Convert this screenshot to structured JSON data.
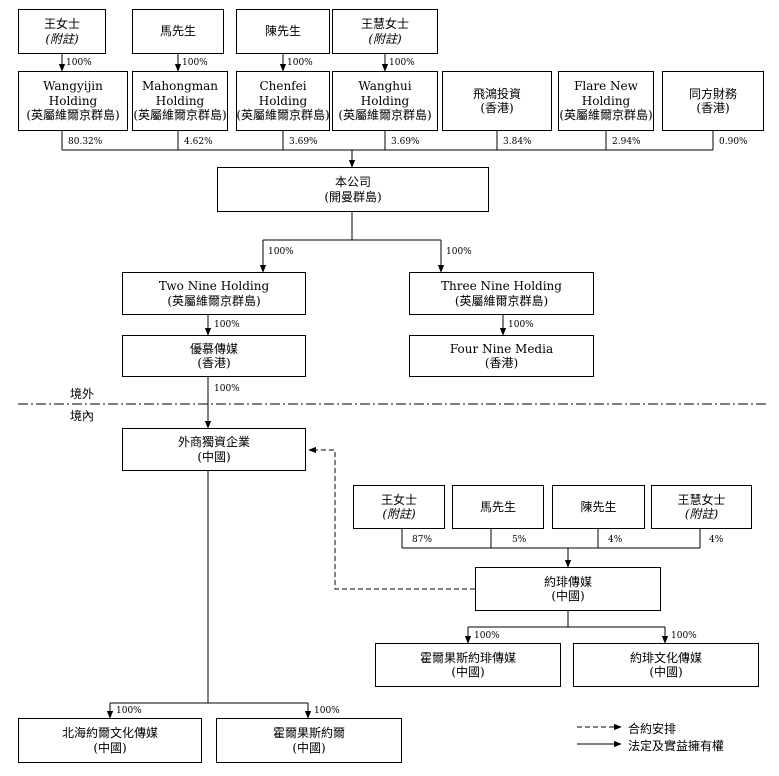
{
  "owners_top": [
    {
      "name": "王女士",
      "note": "(附註)"
    },
    {
      "name": "馬先生"
    },
    {
      "name": "陳先生"
    },
    {
      "name": "王慧女士",
      "note": "(附註)"
    }
  ],
  "owner_holdings": [
    {
      "line1": "Wangyijin",
      "line2": "Holding",
      "line3": "(英屬維爾京群島)"
    },
    {
      "line1": "Mahongman",
      "line2": "Holding",
      "line3": "(英屬維爾京群島)"
    },
    {
      "line1": "Chenfei",
      "line2": "Holding",
      "line3": "(英屬維爾京群島)"
    },
    {
      "line1": "Wanghui",
      "line2": "Holding",
      "line3": "(英屬維爾京群島)"
    }
  ],
  "other_holders": [
    {
      "line1": "飛鴻投資",
      "line2": "(香港)"
    },
    {
      "line1": "Flare New",
      "line2": "Holding",
      "line3": "(英屬維爾京群島)"
    },
    {
      "line1": "同方財務",
      "line2": "(香港)"
    }
  ],
  "owner_pcts": [
    "100%",
    "100%",
    "100%",
    "100%"
  ],
  "company_pcts": [
    "80.32%",
    "4.62%",
    "3.69%",
    "3.69%",
    "3.84%",
    "2.94%",
    "0.90%"
  ],
  "company": {
    "line1": "本公司",
    "line2": "(開曼群島)"
  },
  "two_nine": {
    "line1": "Two Nine Holding",
    "line2": "(英屬維爾京群島)"
  },
  "three_nine": {
    "line1": "Three Nine Holding",
    "line2": "(英屬維爾京群島)"
  },
  "youmu": {
    "line1": "優慕傳媒",
    "line2": "(香港)"
  },
  "four_nine": {
    "line1": "Four Nine Media",
    "line2": "(香港)"
  },
  "wfoe": {
    "line1": "外商獨資企業",
    "line2": "(中國)"
  },
  "region": {
    "offshore": "境外",
    "onshore": "境內"
  },
  "owners_bottom": [
    {
      "name": "王女士",
      "note": "(附註)"
    },
    {
      "name": "馬先生"
    },
    {
      "name": "陳先生"
    },
    {
      "name": "王慧女士",
      "note": "(附註)"
    }
  ],
  "yuebi_pcts": [
    "87%",
    "5%",
    "4%",
    "4%"
  ],
  "yuebi": {
    "line1": "約琲傳媒",
    "line2": "(中國)"
  },
  "khorgos_yuebi": {
    "line1": "霍爾果斯約琲傳媒",
    "line2": "(中國)"
  },
  "yuebi_culture": {
    "line1": "約琲文化傳媒",
    "line2": "(中國)"
  },
  "beihai": {
    "line1": "北海約爾文化傳媒",
    "line2": "(中國)"
  },
  "khorgos_yueer": {
    "line1": "霍爾果斯約爾",
    "line2": "(中國)"
  },
  "sub_pcts": {
    "company_to_two": "100%",
    "company_to_three": "100%",
    "two_to_youmu": "100%",
    "three_to_four": "100%",
    "youmu_to_wfoe": "100%",
    "yuebi_to_khorgos": "100%",
    "yuebi_to_culture": "100%",
    "wfoe_to_beihai": "100%",
    "wfoe_to_khorgos_yueer": "100%"
  },
  "legend": {
    "contractual": "合約安排",
    "legal": "法定及實益擁有權"
  }
}
